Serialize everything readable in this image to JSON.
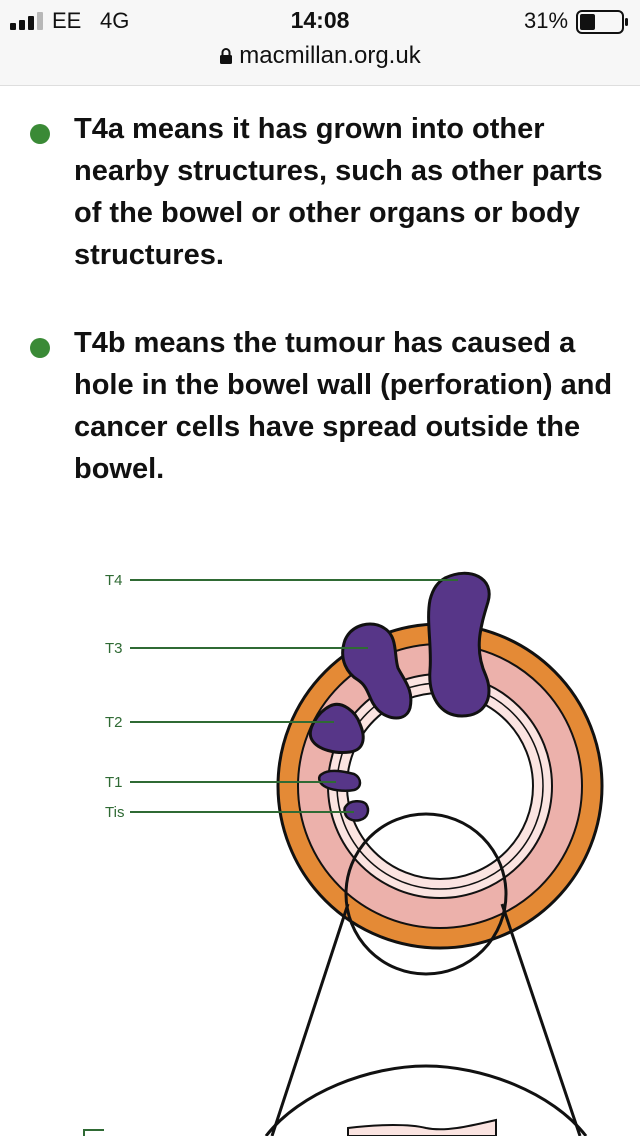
{
  "status_bar": {
    "carrier": "EE",
    "network": "4G",
    "time": "14:08",
    "battery": "31%",
    "url": "macmillan.org.uk"
  },
  "bullets": [
    {
      "term": "T4a",
      "text": " means it has grown into other nearby structures, such as other parts of the bowel or other organs or body structures."
    },
    {
      "term": "T4b",
      "text": " means the tumour has caused a hole in the bowel wall (perforation) and cancer cells have spread outside the bowel."
    }
  ],
  "diagram": {
    "labels": [
      "T4",
      "T3",
      "T2",
      "T1",
      "Tis"
    ],
    "colors": {
      "outer_layer": "#e48a36",
      "muscle_layer": "#ecb1ab",
      "inner_layer": "#fbe4e1",
      "tumour": "#573688",
      "label": "#2f6a34",
      "bullet": "#3a8a36"
    }
  }
}
